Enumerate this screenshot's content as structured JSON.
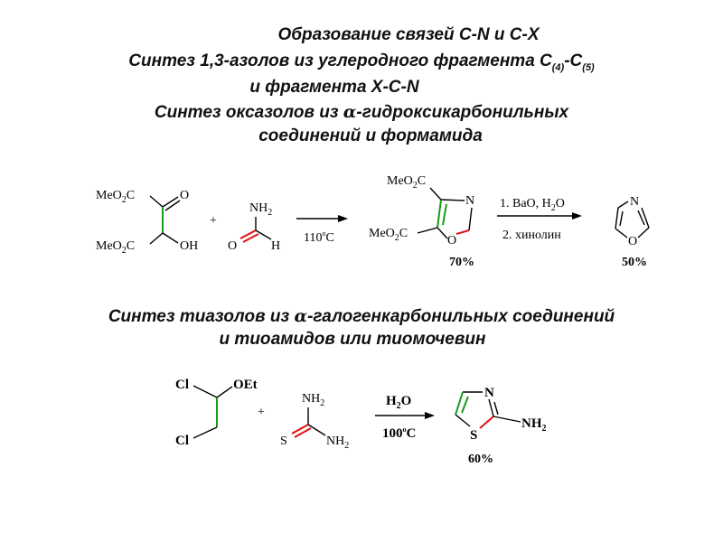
{
  "headings": {
    "line1": "Образование связей C-N и C-X",
    "line2_main": "Синтез 1,3-азолов из углеродного фрагмента C",
    "line2_sub1": "(4)",
    "line2_mid": "-C",
    "line2_sub2": "(5)",
    "line3": "и фрагмента X-C-N",
    "line4_pre": "Синтез оксазолов из ",
    "line4_alpha": "α",
    "line4_post": "-гидроксикарбонильных",
    "line5": "соединений и формамида",
    "line6_pre": "Синтез тиазолов из ",
    "line6_alpha": "α",
    "line6_post": "-галогенкарбонильных соединений",
    "line7": "и тиоамидов или тиомочевин"
  },
  "reaction1": {
    "reactant1": {
      "meo2c_top": "MeO",
      "two": "2",
      "c": "C",
      "o_carbonyl": "O",
      "meo2c_bottom": "MeO",
      "oh": "OH"
    },
    "plus": "+",
    "reactant2": {
      "nh": "NH",
      "two": "2",
      "o": "O",
      "h": "H"
    },
    "arrow1_condition": "110",
    "arrow1_degree": "o",
    "arrow1_unit": "C",
    "product1": {
      "meo": "MeO",
      "two": "2",
      "c": "C",
      "n": "N",
      "o": "O",
      "yield": "70%"
    },
    "arrow2_condition_top_pre": "1. BaO, H",
    "arrow2_condition_top_sub": "2",
    "arrow2_condition_top_post": "O",
    "arrow2_condition_bottom": "2. хинолин",
    "product2": {
      "n": "N",
      "o": "O",
      "yield": "50%"
    }
  },
  "reaction2": {
    "reactant1": {
      "cl_top": "Cl",
      "oet": "OEt",
      "cl_bottom": "Cl"
    },
    "plus": "+",
    "reactant2": {
      "nh": "NH",
      "two": "2",
      "s": "S"
    },
    "arrow_condition_top_pre": "H",
    "arrow_condition_top_sub": "2",
    "arrow_condition_top_post": "O",
    "arrow_condition_bottom": "100",
    "arrow_degree": "o",
    "arrow_unit": "C",
    "product": {
      "n": "N",
      "s": "S",
      "nh": "NH",
      "two": "2",
      "yield": "60%"
    }
  }
}
